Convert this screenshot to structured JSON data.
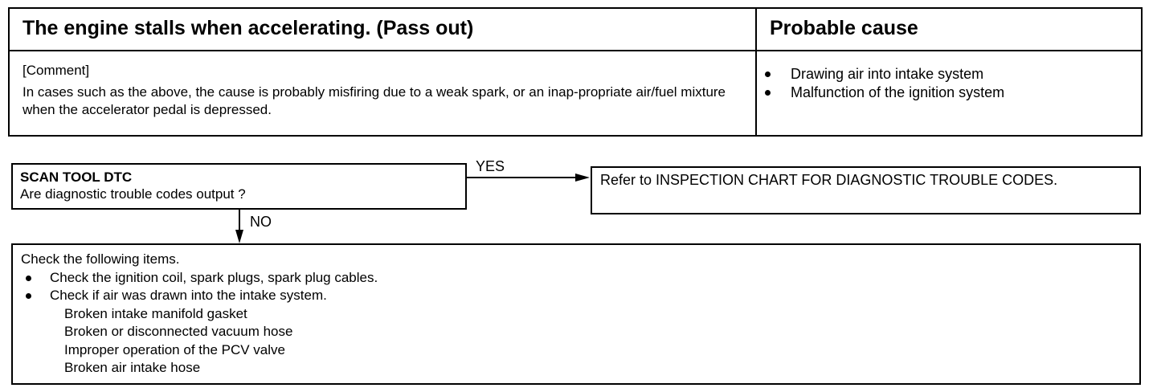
{
  "header": {
    "title": "The engine stalls when accelerating. (Pass out)",
    "probable_cause_heading": "Probable cause",
    "comment_label": "[Comment]",
    "comment_text": "In cases such as the above, the cause is probably misfiring due to a weak spark, or an inap-propriate air/fuel mixture when the accelerator pedal is depressed.",
    "causes": [
      "Drawing air into intake system",
      "Malfunction of the ignition system"
    ]
  },
  "flow": {
    "scan_title": "SCAN TOOL DTC",
    "scan_question": "Are diagnostic trouble codes output ?",
    "yes_label": "YES",
    "no_label": "NO",
    "refer_text": "Refer to INSPECTION CHART FOR DIAGNOSTIC TROUBLE CODES.",
    "check_intro": "Check the following items.",
    "check_items": [
      "Check the ignition coil, spark plugs, spark plug cables.",
      "Check if air was drawn into the intake system."
    ],
    "sub_items": [
      "Broken intake manifold gasket",
      "Broken or disconnected vacuum hose",
      "Improper operation of the PCV valve",
      "Broken air intake hose"
    ]
  },
  "colors": {
    "ink": "#000000",
    "background": "#ffffff"
  }
}
